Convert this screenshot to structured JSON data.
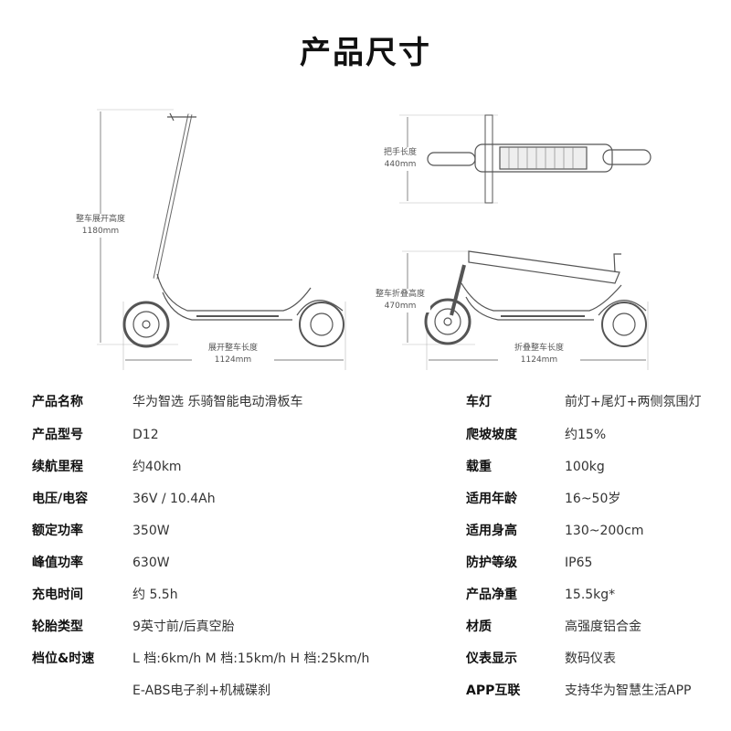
{
  "title": "产品尺寸",
  "dimensions": {
    "unfolded_height": {
      "label": "整车展开高度",
      "value": "1180mm"
    },
    "unfolded_length": {
      "label": "展开整车长度",
      "value": "1124mm"
    },
    "handlebar_width": {
      "label": "把手长度",
      "value": "440mm"
    },
    "folded_height": {
      "label": "整车折叠高度",
      "value": "470mm"
    },
    "folded_length": {
      "label": "折叠整车长度",
      "value": "1124mm"
    }
  },
  "specs_left": [
    {
      "label": "产品名称",
      "value": "华为智选 乐骑智能电动滑板车"
    },
    {
      "label": "产品型号",
      "value": "D12"
    },
    {
      "label": "续航里程",
      "value": "约40km"
    },
    {
      "label": "电压/电容",
      "value": "36V / 10.4Ah"
    },
    {
      "label": "额定功率",
      "value": "350W"
    },
    {
      "label": "峰值功率",
      "value": "630W"
    },
    {
      "label": "充电时间",
      "value": "约 5.5h"
    },
    {
      "label": "轮胎类型",
      "value": "9英寸前/后真空胎"
    },
    {
      "label": "档位&时速",
      "value": "L 档:6km/h   M 档:15km/h   H 档:25km/h"
    },
    {
      "label": "",
      "value": "E-ABS电子刹+机械碟刹"
    }
  ],
  "specs_right": [
    {
      "label": "车灯",
      "value": "前灯+尾灯+两侧氛围灯"
    },
    {
      "label": "爬坡坡度",
      "value": "约15%"
    },
    {
      "label": "载重",
      "value": "100kg"
    },
    {
      "label": "适用年龄",
      "value": "16~50岁"
    },
    {
      "label": "适用身高",
      "value": "130~200cm"
    },
    {
      "label": "防护等级",
      "value": "IP65"
    },
    {
      "label": "产品净重",
      "value": "15.5kg*"
    },
    {
      "label": "材质",
      "value": "高强度铝合金"
    },
    {
      "label": "仪表显示",
      "value": "数码仪表"
    },
    {
      "label": "APP互联",
      "value": "支持华为智慧生活APP"
    }
  ]
}
